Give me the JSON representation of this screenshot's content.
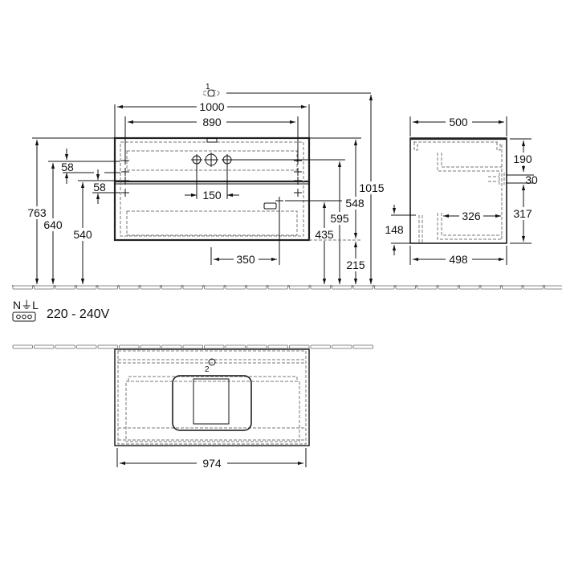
{
  "drawing": {
    "front_view": {
      "labels": {
        "callout_1": "1"
      },
      "dimensions": {
        "overall_width": "1000",
        "inner_width": "890",
        "tap_hole_spacing": "150",
        "socket_offset": "350",
        "height_total": "763",
        "height_640": "640",
        "height_540": "540",
        "spacing_top": "58",
        "spacing_lower": "58",
        "height_435": "435",
        "height_595": "595",
        "height_548": "548",
        "height_215": "215",
        "height_1015": "1015"
      }
    },
    "side_view": {
      "dimensions": {
        "top_depth": "500",
        "bottom_depth": "498",
        "inner_depth": "326",
        "height_190": "190",
        "height_30": "30",
        "height_317": "317",
        "height_148": "148"
      }
    },
    "electrical": {
      "symbol": "N⏚L",
      "voltage": "220 - 240V"
    },
    "top_view": {
      "labels": {
        "callout_2": "2"
      },
      "dimensions": {
        "width": "974"
      }
    }
  }
}
